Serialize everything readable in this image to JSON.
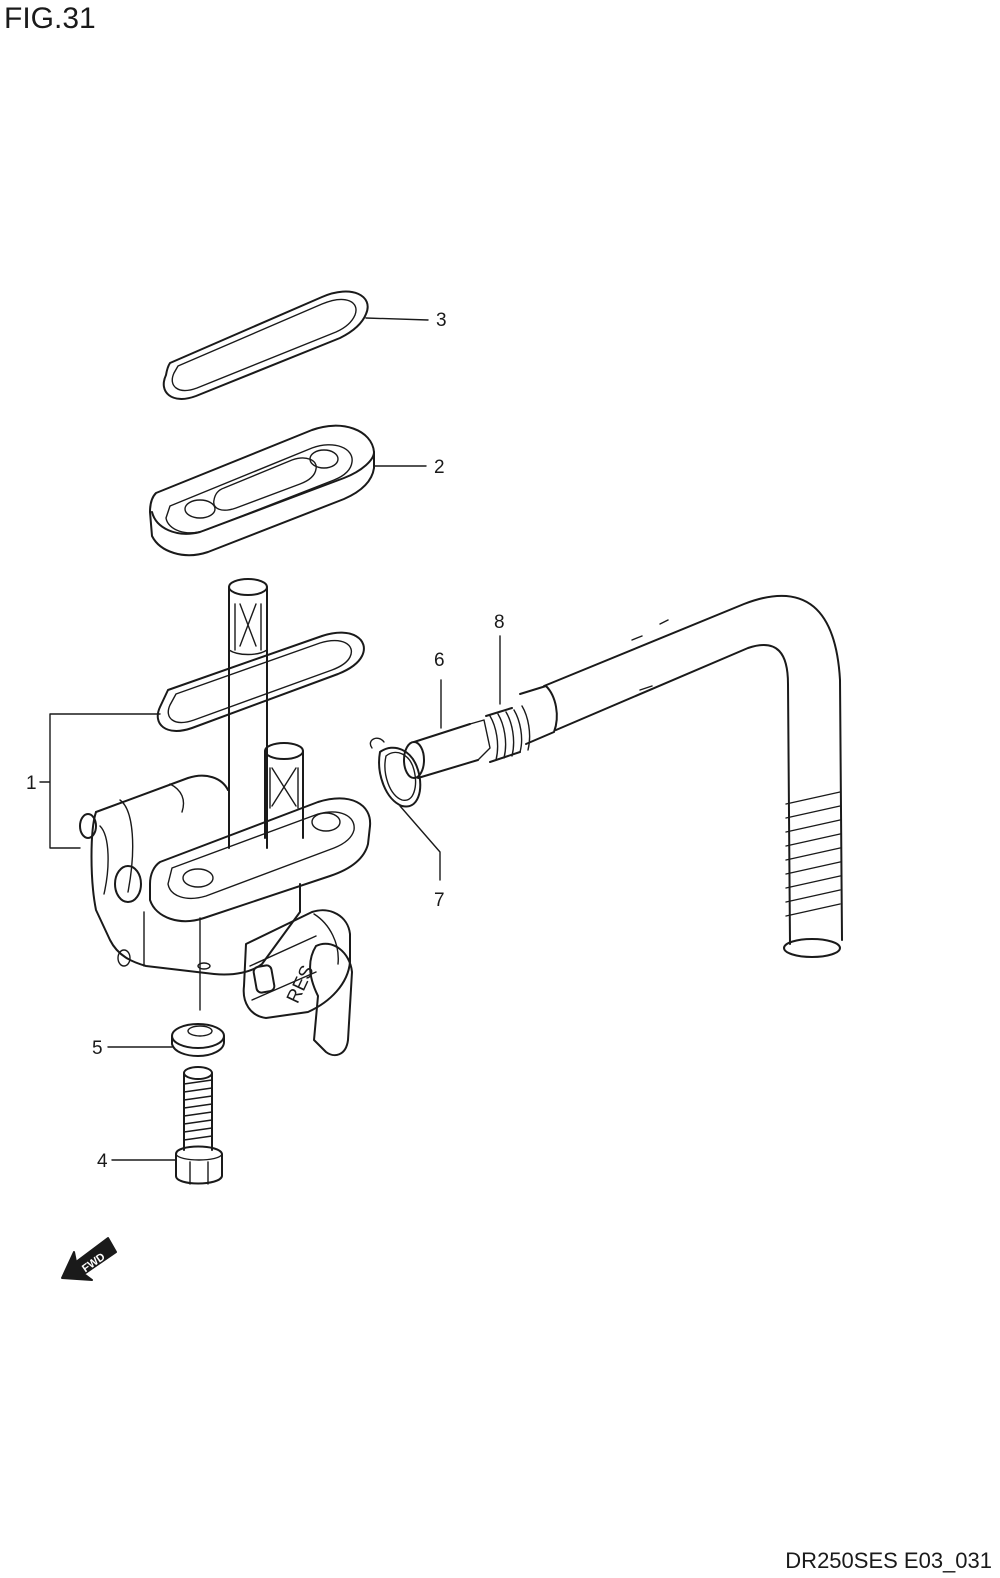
{
  "header": {
    "figure_label": "FIG.31"
  },
  "footer": {
    "drawing_code": "DR250SES E03_031"
  },
  "callouts": [
    {
      "id": "1",
      "label": "1"
    },
    {
      "id": "2",
      "label": "2"
    },
    {
      "id": "3",
      "label": "3"
    },
    {
      "id": "4",
      "label": "4"
    },
    {
      "id": "5",
      "label": "5"
    },
    {
      "id": "6",
      "label": "6"
    },
    {
      "id": "7",
      "label": "7"
    },
    {
      "id": "8",
      "label": "8"
    }
  ],
  "markings": {
    "valve_lever": "RES",
    "direction_arrow": "FWD"
  },
  "icons": {
    "direction": "forward-arrow-icon"
  }
}
